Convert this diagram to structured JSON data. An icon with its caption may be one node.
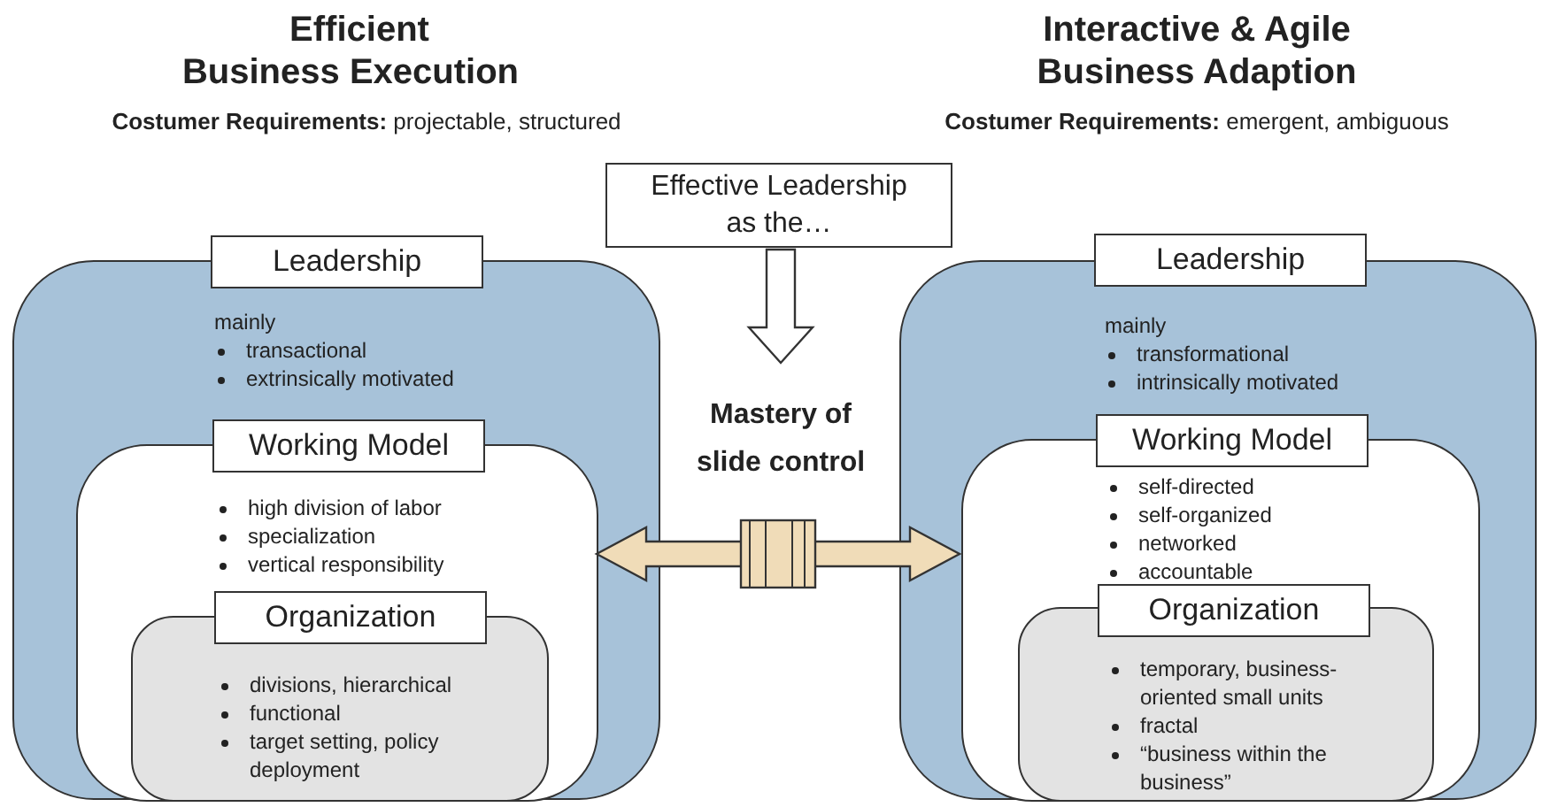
{
  "diagram": {
    "nodes": [
      {
        "text": [
          "Leadership",
          "mainly",
          "transactional",
          "extrinsically motivated"
        ]
      },
      {
        "text": [
          "Working Model",
          "high division of labor",
          "specialization",
          "vertical responsibility"
        ],
        "in": 0
      },
      {
        "text": [
          "Organization",
          "divisions, hierarchical",
          "functional",
          "target setting, policy deployment"
        ],
        "in": 1
      },
      {
        "text": [
          "Effective Leadership as the…"
        ]
      },
      {
        "text": [
          "Mastery of slide control"
        ]
      },
      {
        "text": [
          "Leadership",
          "mainly",
          "transformational",
          "intrinsically motivated"
        ]
      },
      {
        "text": [
          "Working Model",
          "self-directed",
          "self-organized",
          "networked",
          "accountable"
        ],
        "in": 5
      },
      {
        "text": [
          "Organization",
          "temporary, business-oriented small units",
          "fractal",
          "“business within the business”"
        ],
        "in": 6
      }
    ],
    "edges": [
      {
        "from": 3,
        "to": 4,
        "arrow": "to"
      },
      {
        "from": 1,
        "to": 6,
        "arrow": "both",
        "color": "#f0dcb8"
      }
    ],
    "labels": [
      "Efficient",
      "Business Execution",
      "**Costumer Requirements:** projectable, structured",
      "Interactive & Agile",
      "Business Adaption",
      "**Costumer Requirements:** emergent, ambiguous"
    ]
  }
}
